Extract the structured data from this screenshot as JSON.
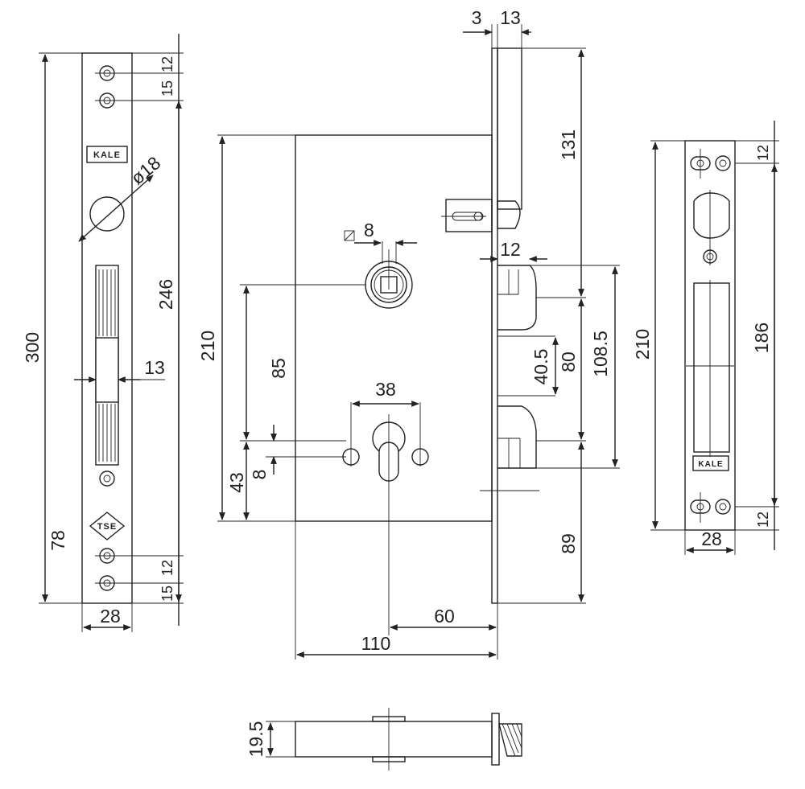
{
  "brand": {
    "logo_text": "KALE",
    "cert_text": "TSE"
  },
  "front_strip": {
    "height": "300",
    "width": "28",
    "hole_spacing_top_1": "12",
    "hole_spacing_top_2": "15",
    "hole_spacing_bottom_1": "12",
    "hole_spacing_bottom_2": "15",
    "knob_diameter": "ø18",
    "latch_to_bottom": "246",
    "latch_width": "13",
    "lower_offset": "78"
  },
  "lock_body": {
    "height": "210",
    "faceplate_thickness": "3",
    "faceplate_width": "13",
    "top_to_latch": "131",
    "spindle_square": "8",
    "latch_projection": "12",
    "spindle_to_cylinder": "85",
    "cylinder_spacing": "38",
    "cylinder_center_offset": "43",
    "cylinder_hole_offset": "8",
    "bolt_spacing": "40.5",
    "latch_to_bolt": "80",
    "total_throw": "108.5",
    "bottom_to_bolt": "89",
    "backset": "60",
    "body_width": "110"
  },
  "strike_plate": {
    "height": "210",
    "inner_height": "186",
    "width": "28",
    "top_offset": "12",
    "bottom_offset": "12"
  },
  "side_view": {
    "thickness": "19.5"
  }
}
